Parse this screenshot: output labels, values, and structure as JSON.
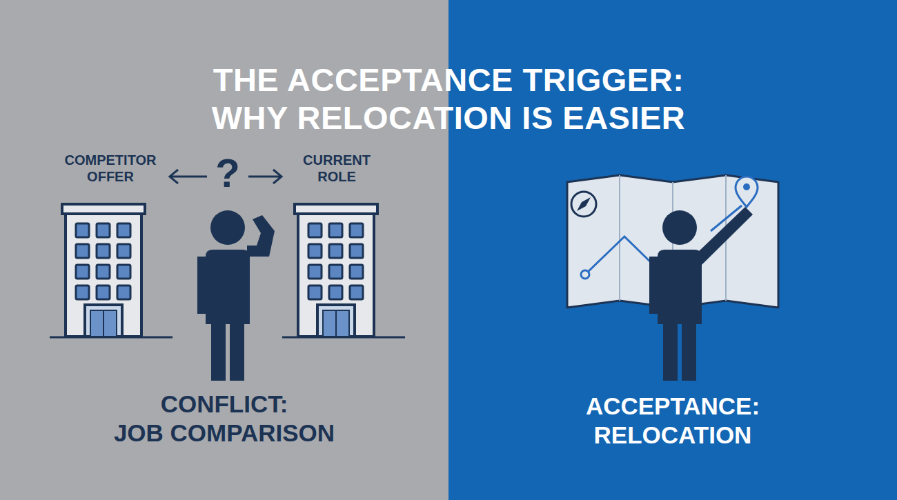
{
  "diagram": {
    "title": "THE ACCEPTANCE TRIGGER: WHY RELOCATION IS EASIER",
    "nodes": [
      {
        "text": [
          "CONFLICT: JOB COMPARISON"
        ]
      },
      {
        "text": [
          "COMPETITOR OFFER"
        ],
        "in": 0
      },
      {
        "text": [
          "CURRENT ROLE"
        ],
        "in": 0
      },
      {
        "text": [
          "ACCEPTANCE: RELOCATION"
        ]
      }
    ],
    "labels": [
      "?"
    ]
  }
}
